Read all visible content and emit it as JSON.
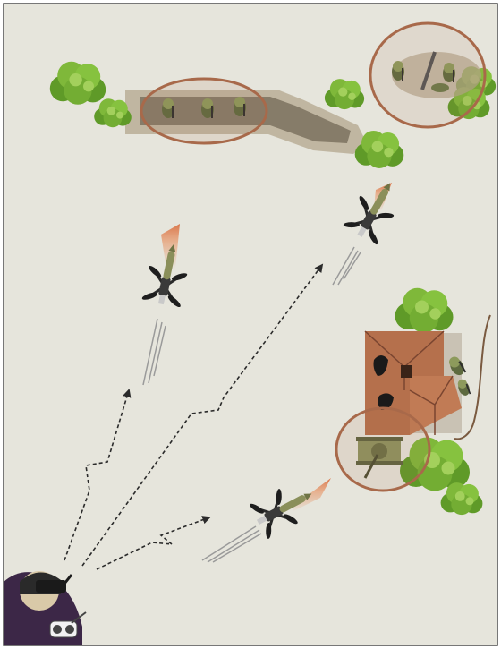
{
  "palette": {
    "background": "#e6e5dc",
    "frame": "#4a4a4a",
    "trench": "#a39883",
    "trench_inner": "#867c69",
    "target_ring": "#a8694a",
    "foliage": "#7fb83a",
    "foliage_dark": "#4f8a22",
    "roof": "#b5704c",
    "roof_dark": "#7a4530",
    "soldier": "#6b7a4a",
    "flight_path": "#2b2b2b",
    "thrust_glow": "#e79a6e"
  },
  "icons": {
    "operator": "fpv-operator-with-goggles-icon",
    "drone": "fpv-kamikaze-drone-icon",
    "tree": "tree-bush-icon",
    "soldier": "infantry-soldier-icon",
    "mortar": "mortar-crew-icon",
    "building": "building-roof-icon",
    "vehicle": "armored-vehicle-icon",
    "target": "target-ring-icon"
  },
  "targets": [
    "trench-infantry",
    "mortar-position",
    "vehicle-by-building"
  ],
  "drone_count": 3
}
